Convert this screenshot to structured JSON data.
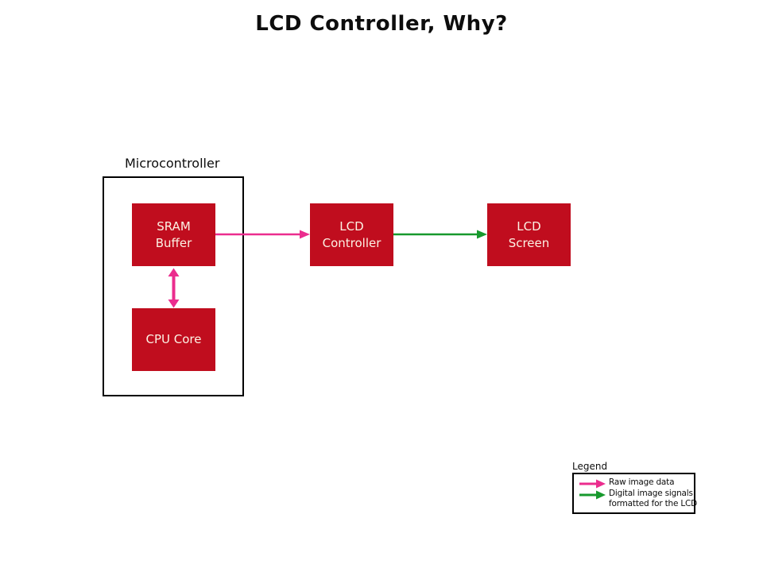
{
  "title": "LCD Controller, Why?",
  "colors": {
    "node_fill": "#c00d1e",
    "node_text": "#fcf2e4",
    "raw_arrow": "#eb2d8e",
    "digital_arrow": "#17992d",
    "border": "#000000",
    "background": "#ffffff"
  },
  "diagram": {
    "microcontroller_label": "Microcontroller",
    "nodes": [
      {
        "id": "sram-buffer",
        "lines": [
          "SRAM",
          "Buffer"
        ]
      },
      {
        "id": "cpu-core",
        "lines": [
          "CPU Core"
        ]
      },
      {
        "id": "lcd-controller",
        "lines": [
          "LCD",
          "Controller"
        ]
      },
      {
        "id": "lcd-screen",
        "lines": [
          "LCD",
          "Screen"
        ]
      }
    ],
    "edges": [
      {
        "from": "sram-buffer",
        "to": "lcd-controller",
        "signal": "raw-image-data",
        "direction": "one-way"
      },
      {
        "from": "lcd-controller",
        "to": "lcd-screen",
        "signal": "digital-image-signals",
        "direction": "one-way"
      },
      {
        "from": "sram-buffer",
        "to": "cpu-core",
        "signal": "raw-image-data",
        "direction": "two-way"
      }
    ]
  },
  "legend": {
    "title": "Legend",
    "items": [
      {
        "id": "raw-image-data",
        "lines": [
          "Raw image data"
        ]
      },
      {
        "id": "digital-image-signals",
        "lines": [
          "Digital image signals",
          "formatted for the LCD"
        ]
      }
    ]
  }
}
